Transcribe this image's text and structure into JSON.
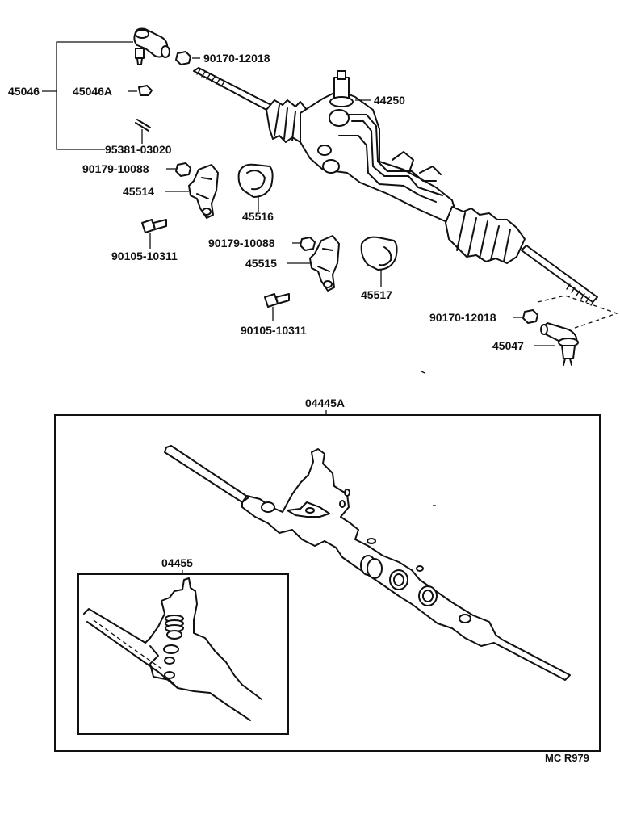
{
  "diagram_code": "MC R979",
  "parts": {
    "tie_rod_end_lh": "45046",
    "tie_rod_end_nut_lh": "45046A",
    "cotter_pin": "95381-03020",
    "lock_nut_upper": "90170-12018",
    "gear_assy": "44250",
    "bracket_lh": "45514",
    "bracket_lh_nut": "90179-10088",
    "bracket_lh_bolt": "90105-10311",
    "grommet_lh": "45516",
    "bracket_rh": "45515",
    "bracket_rh_nut": "90179-10088",
    "bracket_rh_bolt": "90105-10311",
    "grommet_rh": "45517",
    "lock_nut_lower": "90170-12018",
    "tie_rod_end_rh": "45047"
  },
  "kits": {
    "gasket_kit": "04445A",
    "seal_kit": "04455"
  }
}
